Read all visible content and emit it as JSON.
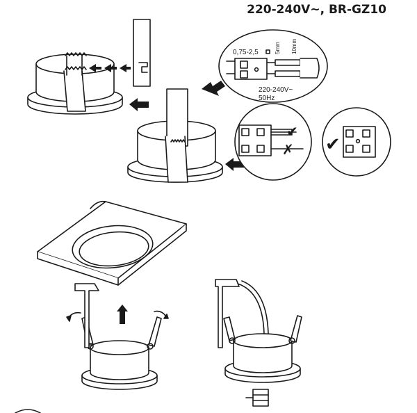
{
  "header": {
    "title": "220-240V~, BR-GZ10"
  },
  "wiring": {
    "wire_cross_section": "0,75-2,5",
    "strip_short": "5mm",
    "strip_long": "10mm",
    "voltage": "220-240V~",
    "frequency": "50Hz",
    "correct_mark": "✔",
    "wrong_mark": "✗"
  },
  "colors": {
    "line": "#1a1a1a",
    "fill": "#ffffff",
    "arrow": "#1a1a1a"
  }
}
